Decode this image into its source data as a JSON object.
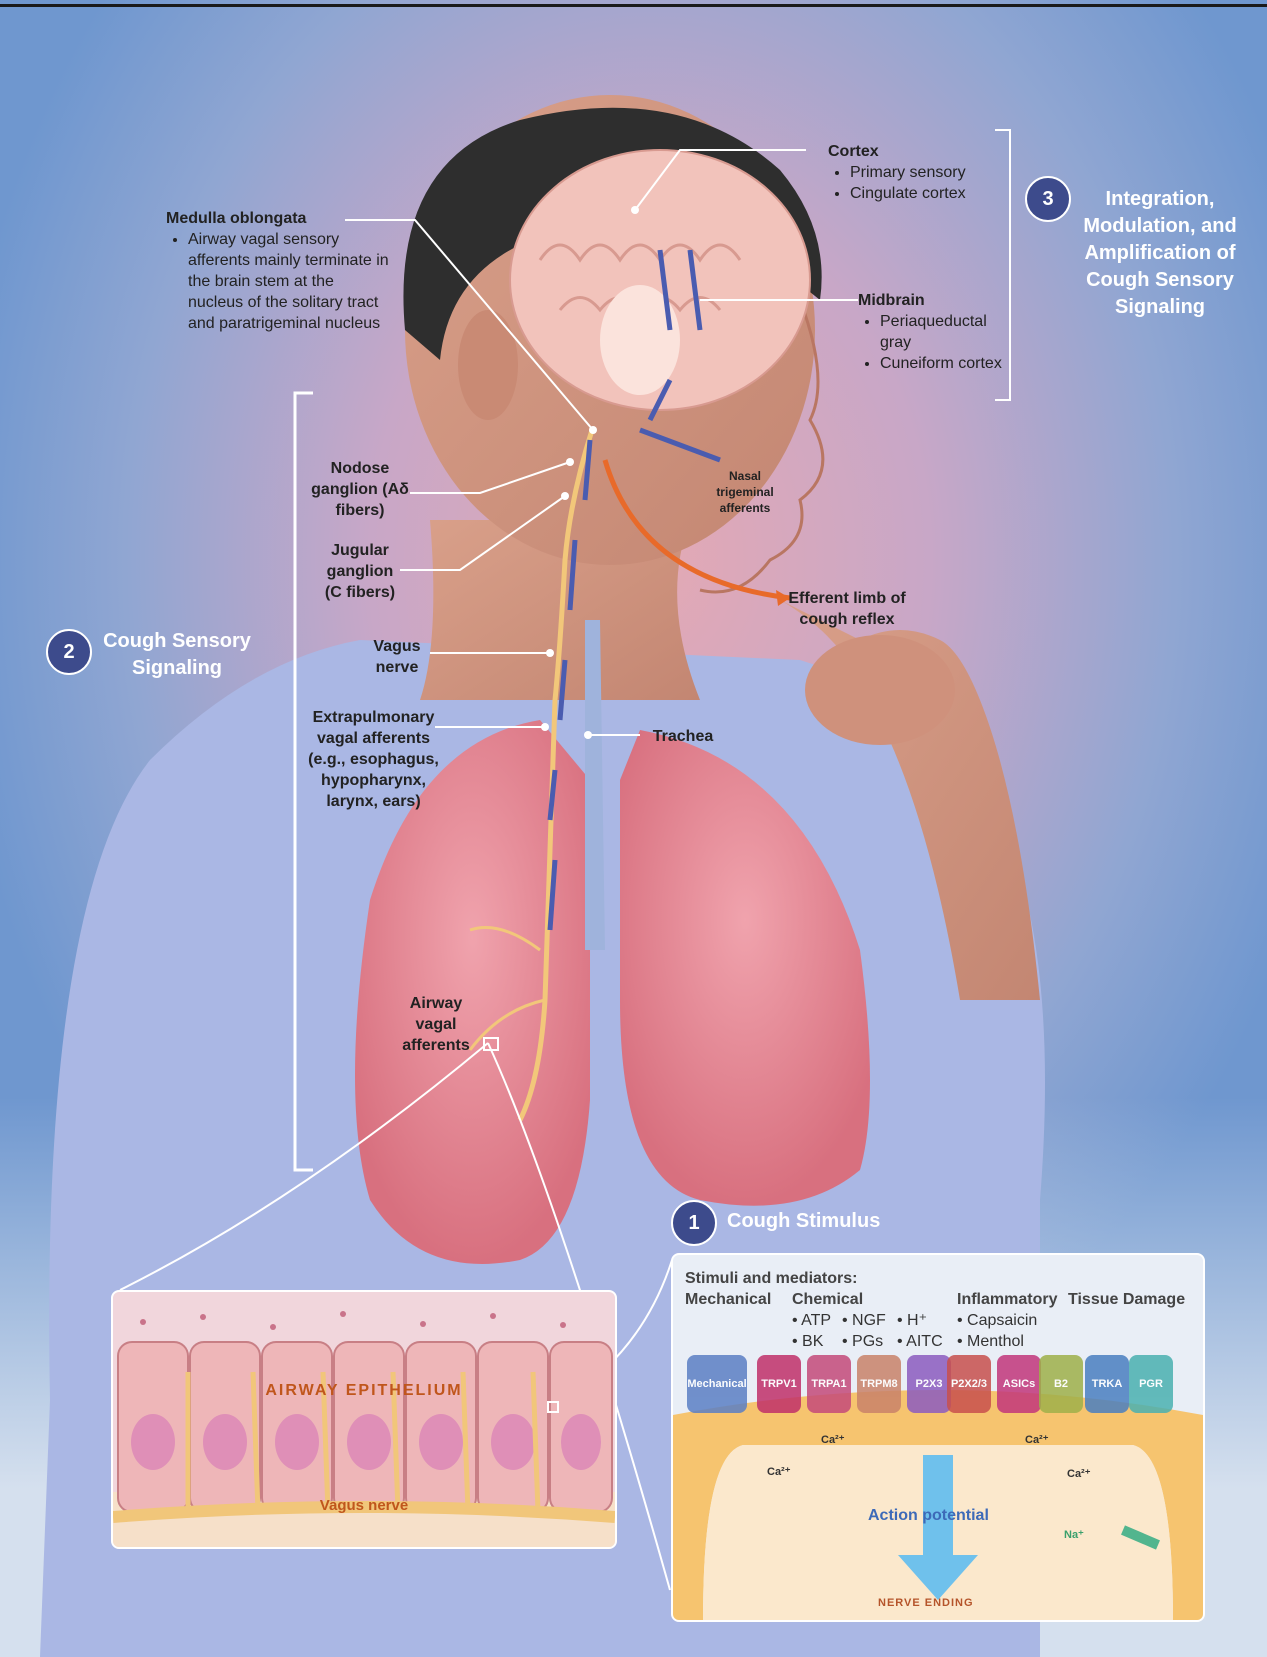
{
  "cortex": {
    "title": "Cortex",
    "items": [
      "Primary sensory",
      "Cingulate cortex"
    ]
  },
  "midbrain": {
    "title": "Midbrain",
    "items": [
      "Periaqueductal gray",
      "Cuneiform cortex"
    ]
  },
  "medulla": {
    "title": "Medulla oblongata",
    "items": [
      "Airway vagal sensory afferents mainly terminate in the brain stem at the nucleus of the solitary tract and paratrigeminal nucleus"
    ]
  },
  "section3": {
    "number": "3",
    "title": "Integration, Modulation, and Amplification of Cough Sensory Signaling"
  },
  "section2": {
    "number": "2",
    "title": "Cough Sensory Signaling"
  },
  "section1": {
    "number": "1",
    "title": "Cough Stimulus"
  },
  "labels": {
    "nodose": "Nodose ganglion (Aδ fibers)",
    "jugular": "Jugular ganglion (C fibers)",
    "nasal": "Nasal trigeminal afferents",
    "efferent": "Efferent limb of cough reflex",
    "vagus": "Vagus nerve",
    "extrapulmonary": "Extrapulmonary vagal afferents (e.g., esophagus, hypopharynx, larynx, ears)",
    "trachea": "Trachea",
    "airway_afferents": "Airway vagal afferents"
  },
  "inset_epithelium": {
    "title": "AIRWAY EPITHELIUM",
    "nerve": "Vagus nerve"
  },
  "inset_stimulus": {
    "heading": "Stimuli and mediators:",
    "categories": [
      {
        "name": "Mechanical",
        "items": []
      },
      {
        "name": "Chemical",
        "items": [
          "ATP",
          "NGF",
          "H⁺",
          "BK",
          "PGs",
          "AITC"
        ]
      },
      {
        "name": "Inflammatory",
        "items": [
          "Capsaicin",
          "Menthol"
        ]
      },
      {
        "name": "Tissue Damage",
        "items": []
      }
    ],
    "receptors": [
      "Mechanical",
      "TRPV1",
      "TRPA1",
      "TRPM8",
      "P2X3",
      "P2X2/3",
      "ASICs",
      "B2",
      "TRKA",
      "PGR"
    ],
    "receptor_colors": [
      "#5b7fc4",
      "#c0306a",
      "#c44a7a",
      "#c9826a",
      "#8c5cbf",
      "#c8504e",
      "#c2367b",
      "#9fb04a",
      "#4a7fc0",
      "#4ab0b0"
    ],
    "ions": [
      "Ca²⁺",
      "Ca²⁺",
      "Ca²⁺",
      "Ca²⁺",
      "Na⁺"
    ],
    "action": "Action potential",
    "ending": "NERVE ENDING"
  }
}
